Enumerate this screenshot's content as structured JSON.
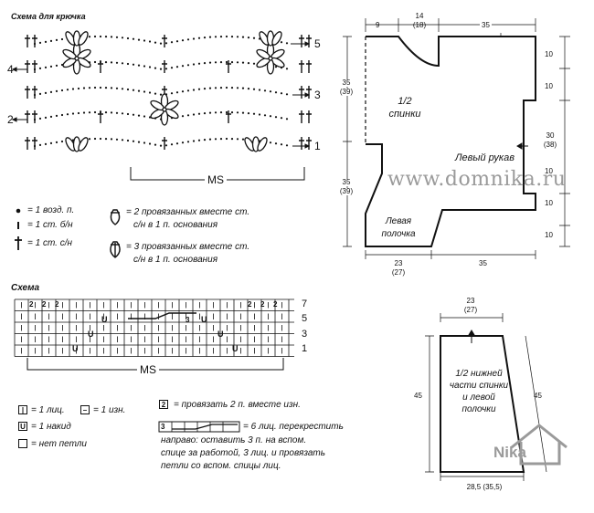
{
  "crochet": {
    "title": "Схема для крючка",
    "row_numbers_right": [
      "5",
      "3",
      "1"
    ],
    "row_numbers_left": [
      "4",
      "2"
    ],
    "repeat_label": "MS"
  },
  "crochet_legend": {
    "chain": "= 1 возд. п.",
    "sc": "= 1 ст. б/н",
    "dc": "= 1 ст. с/н",
    "two_together_l1": "= 2 провязанных вместе ст.",
    "two_together_l2": "с/н в 1 п. основания",
    "three_together_l1": "= 3 провязанных вместе ст.",
    "three_together_l2": "с/н в 1 п. основания"
  },
  "knit": {
    "title": "Схема",
    "row_numbers": [
      "7",
      "5",
      "3",
      "1"
    ],
    "repeat_label": "MS",
    "yo_symbol": "U",
    "dec_symbol": "2",
    "cable_symbol": "3"
  },
  "knit_legend": {
    "knit_sym": "|",
    "knit": "= 1 лиц.",
    "purl_sym": "–",
    "purl": "= 1 изн.",
    "k2tog_sym": "2",
    "k2tog": "= провязать 2 п. вместе изн.",
    "yo_sym": "U",
    "yo": "= 1 накид",
    "none": "= нет петли",
    "cable_sym": "3",
    "cable_l1": "= 6 лиц. перекрестить",
    "cable_l2": "направо: оставить 3 п. на вспом.",
    "cable_l3": "спице за работой, 3 лиц. и провязать",
    "cable_l4": "петли со вспом. спицы лиц."
  },
  "pattern_top": {
    "dim_top_left": "9",
    "dim_top_mid": "14",
    "dim_top_mid_alt": "(18)",
    "dim_top_right": "35",
    "dim_left_upper": "35",
    "dim_left_upper_alt": "(39)",
    "dim_left_lower": "35",
    "dim_left_lower_alt": "(39)",
    "dim_right": [
      "10",
      "10",
      "10",
      "10",
      "10"
    ],
    "dim_right_sleeve": "30",
    "dim_right_sleeve_alt": "(38)",
    "dim_bottom_left": "23",
    "dim_bottom_left_alt": "(27)",
    "dim_bottom_right": "35",
    "label_back_l1": "1/2",
    "label_back_l2": "спинки",
    "label_sleeve": "Левый рукав",
    "label_front_l1": "Левая",
    "label_front_l2": "полочка"
  },
  "pattern_bottom": {
    "dim_top": "23",
    "dim_top_alt": "(27)",
    "dim_left": "45",
    "dim_right": "45",
    "dim_bottom": "28,5 (35,5)",
    "label_l1": "1/2 нижней",
    "label_l2": "части спинки",
    "label_l3": "и левой",
    "label_l4": "полочки"
  },
  "watermark": {
    "site": "www.domnika.ru",
    "brand": "Nika"
  }
}
